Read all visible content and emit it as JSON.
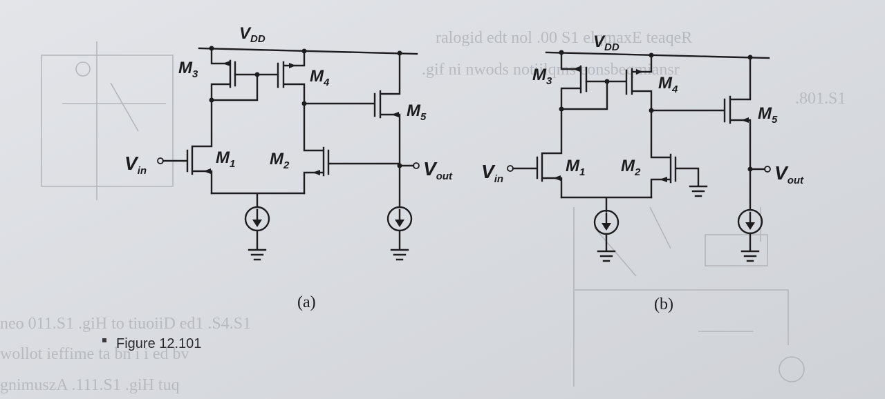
{
  "circuit_a": {
    "vdd_label": "V",
    "vdd_sub": "DD",
    "m3": "M",
    "m3_sub": "3",
    "m4": "M",
    "m4_sub": "4",
    "m5": "M",
    "m5_sub": "5",
    "m1": "M",
    "m1_sub": "1",
    "m2": "M",
    "m2_sub": "2",
    "vin": "V",
    "vin_sub": "in",
    "vout": "V",
    "vout_sub": "out",
    "caption": "(a)"
  },
  "circuit_b": {
    "vdd_label": "V",
    "vdd_sub": "DD",
    "m3": "M",
    "m3_sub": "3",
    "m4": "M",
    "m4_sub": "4",
    "m5": "M",
    "m5_sub": "5",
    "m1": "M",
    "m1_sub": "1",
    "m2": "M",
    "m2_sub": "2",
    "vin": "V",
    "vin_sub": "in",
    "vout": "V",
    "vout_sub": "out",
    "caption": "(b)"
  },
  "figure_label": "Figure 12.101",
  "colors": {
    "ink": "#1d1d1f",
    "paper": "#dcdee2",
    "bleed": "#b3b6bc"
  }
}
